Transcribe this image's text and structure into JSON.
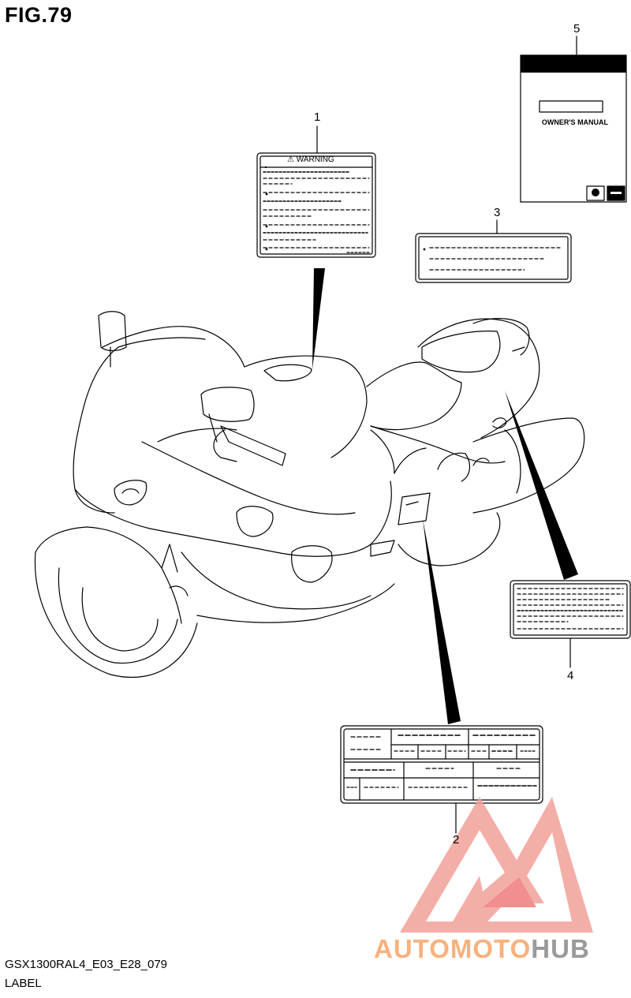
{
  "figure": {
    "title": "FIG.79",
    "code": "GSX1300RAL4_E03_E28_079",
    "caption": "LABEL"
  },
  "callouts": [
    "1",
    "2",
    "3",
    "4",
    "5"
  ],
  "labels": {
    "warning_title": "⚠ WARNING",
    "manual_title": "OWNER'S MANUAL"
  },
  "watermark": {
    "part1": "AUTOMOTO",
    "part2": "HUB",
    "color1": "#f6b27e",
    "color2": "#9a9a9a",
    "logo_color": "#ef7b7b"
  }
}
